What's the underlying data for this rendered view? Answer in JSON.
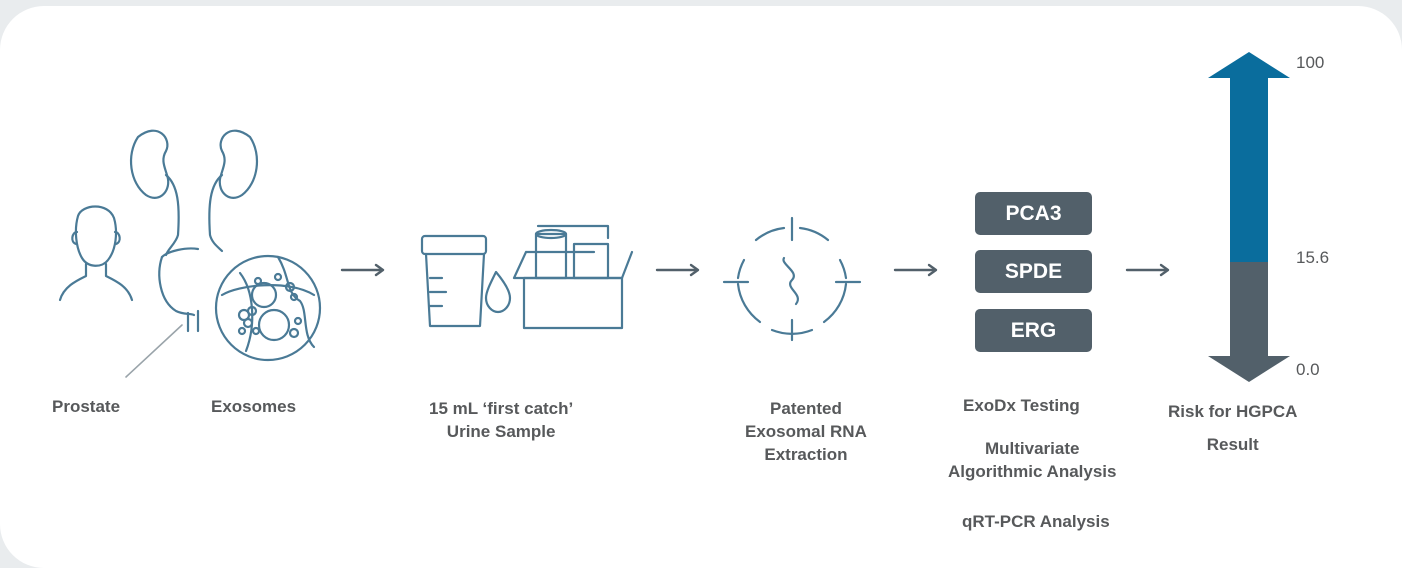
{
  "colors": {
    "stroke": "#4a7a96",
    "risk_high": "#0a6d9d",
    "risk_low": "#52606a",
    "gene_box": "#52606a",
    "label_text": "#57595b",
    "arrow": "#52606a"
  },
  "steps": {
    "prostate": {
      "label": "Prostate",
      "icon": "prostate-body-icon"
    },
    "exosomes": {
      "label": "Exosomes",
      "icon": "exosomes-icon"
    },
    "urine": {
      "line1": "15 mL ‘first catch’",
      "line2": "Urine Sample",
      "icon": "urine-sample-kit-icon"
    },
    "extraction": {
      "line1": "Patented",
      "line2": "Exosomal RNA",
      "line3": "Extraction",
      "icon": "rna-extraction-icon"
    },
    "testing": {
      "genes": [
        "PCA3",
        "SPDE",
        "ERG"
      ],
      "title": "ExoDx Testing",
      "analysis_line1": "Multivariate",
      "analysis_line2": "Algorithmic Analysis",
      "pcr": "qRT-PCR Analysis"
    },
    "result": {
      "line1": "Risk for HGPCA",
      "line2": "Result",
      "scale_max": "100",
      "cutoff": "15.6",
      "scale_min": "0.0",
      "cutoff_fraction": 0.156
    }
  }
}
